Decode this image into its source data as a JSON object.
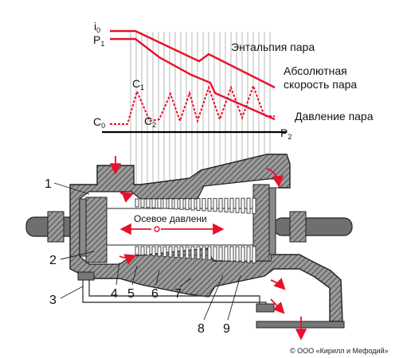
{
  "graph": {
    "enthalpy_label": "Энтальпия пара",
    "velocity_label_line1": "Абсолютная",
    "velocity_label_line2": "скорость пара",
    "pressure_label": "Давление пара",
    "i0": {
      "main": "i",
      "sub": "0"
    },
    "p1": {
      "main": "P",
      "sub": "1"
    },
    "c0": {
      "main": "C",
      "sub": "0"
    },
    "c1": {
      "main": "C",
      "sub": "1"
    },
    "c2": {
      "main": "C",
      "sub": "2"
    },
    "p2": {
      "main": "P",
      "sub": "2"
    },
    "colors": {
      "curve": "#e8102a",
      "baseline": "#000000"
    }
  },
  "turbine": {
    "axial_pressure_label": "Осевое давлени",
    "callouts": [
      "1",
      "2",
      "3",
      "4",
      "5",
      "6",
      "7",
      "8",
      "9"
    ],
    "colors": {
      "casing": "#7a7a7a",
      "hatch": "#555555",
      "shaft": "#6f6f6f",
      "arrows": "#e8102a",
      "interior": "#ffffff"
    }
  },
  "copyright": "© ООО «Кирилл и Мефодий»"
}
